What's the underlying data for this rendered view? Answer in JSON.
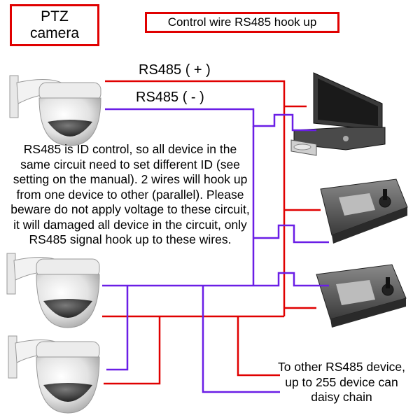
{
  "labels": {
    "ptz_camera": "PTZ\ncamera",
    "title": "Control wire RS485 hook up",
    "rs485_plus": "RS485 ( + )",
    "rs485_minus": "RS485 ( - )",
    "note": "RS485 is ID control, so all device in the same circuit need to set different ID (see setting on the manual). 2 wires will hook up from one device to other (parallel). Please beware do not apply voltage to these circuit, it will damaged all device in the circuit, only RS485 signal hook up to these wires.",
    "daisy_chain": "To other RS485 device, up to 255 device can daisy chain"
  },
  "colors": {
    "box_border": "#e00000",
    "rs485_plus_wire": "#e00000",
    "rs485_minus_wire": "#6a1ee6"
  },
  "devices": [
    {
      "name": "ptz-camera-1",
      "type": "ptz-dome-camera"
    },
    {
      "name": "ptz-camera-2",
      "type": "ptz-dome-camera"
    },
    {
      "name": "ptz-camera-3",
      "type": "ptz-dome-camera"
    },
    {
      "name": "dvr-recorder",
      "type": "dvr-with-monitor"
    },
    {
      "name": "keyboard-controller-1",
      "type": "ptz-keyboard-controller"
    },
    {
      "name": "keyboard-controller-2",
      "type": "ptz-keyboard-controller"
    }
  ]
}
